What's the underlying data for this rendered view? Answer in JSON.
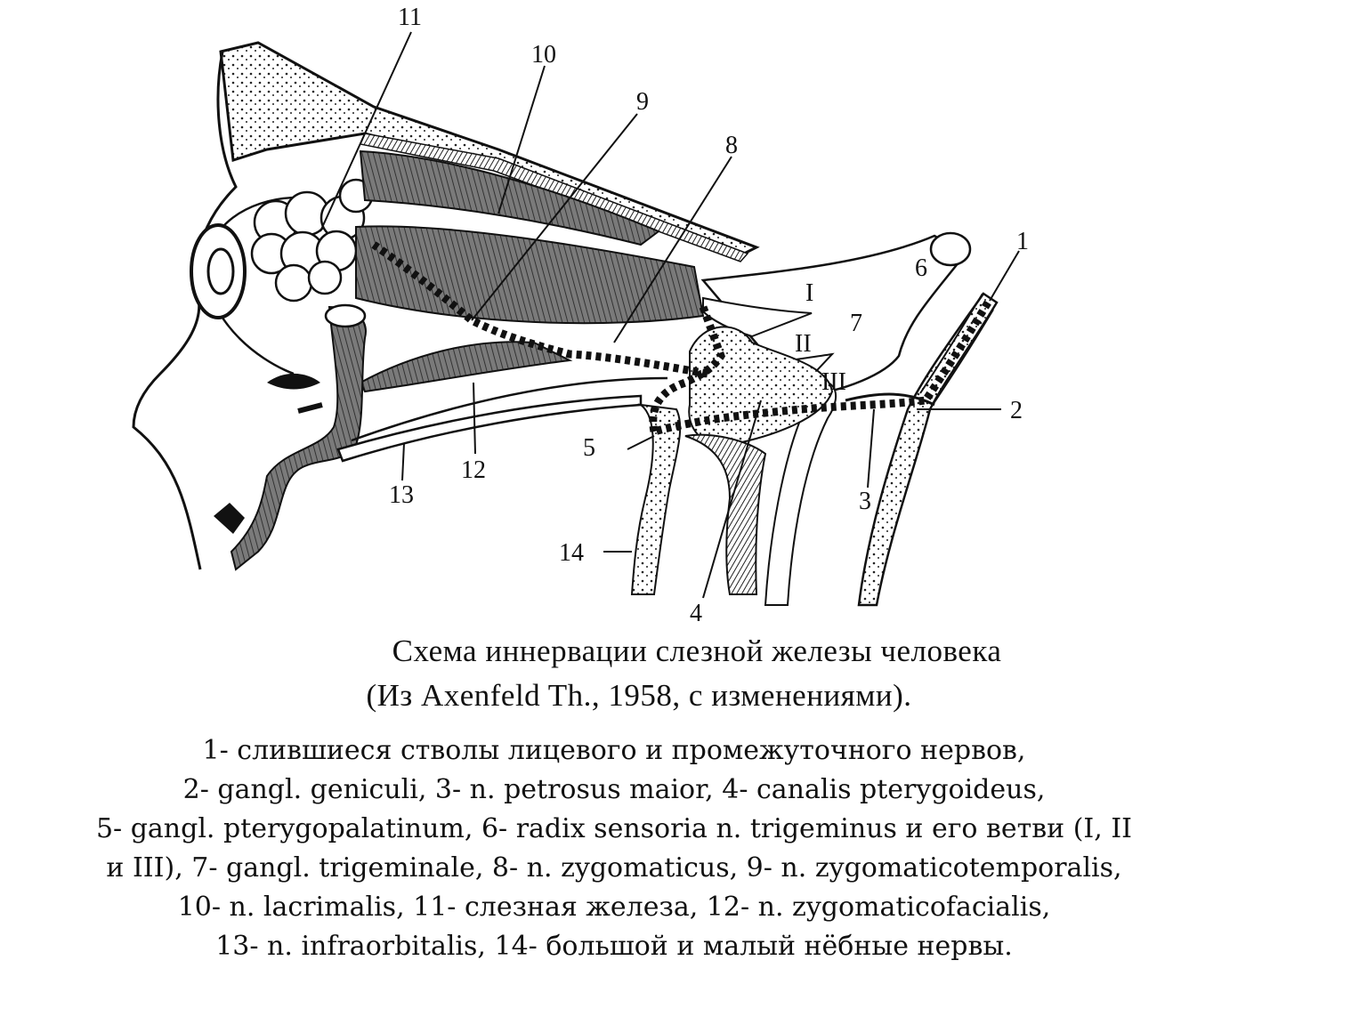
{
  "diagram": {
    "labels": [
      "11",
      "10",
      "9",
      "8",
      "1",
      "6",
      "I",
      "7",
      "II",
      "III",
      "2",
      "5",
      "3",
      "12",
      "13",
      "14",
      "4"
    ]
  },
  "caption": {
    "title_line1": "Схема иннервации слезной железы человека",
    "title_line2": "(Из Axenfeld Th., 1958, с изменениями)."
  },
  "legend": {
    "lines": [
      "1- слившиеся стволы лицевого и промежуточного нервов,",
      "2- gangl. geniculi, 3- n. petrosus maior, 4- canalis pterygoideus,",
      "5- gangl. pterygopalatinum, 6- radix sensoria n. trigeminus и его ветви (I, II",
      "и III), 7- gangl. trigeminale, 8- n. zygomaticus, 9- n. zygomaticotemporalis,",
      "10- n. lacrimalis, 11- слезная железа, 12- n. zygomaticofacialis,",
      "13- n. infraorbitalis, 14- большой и малый нёбные нервы."
    ]
  }
}
